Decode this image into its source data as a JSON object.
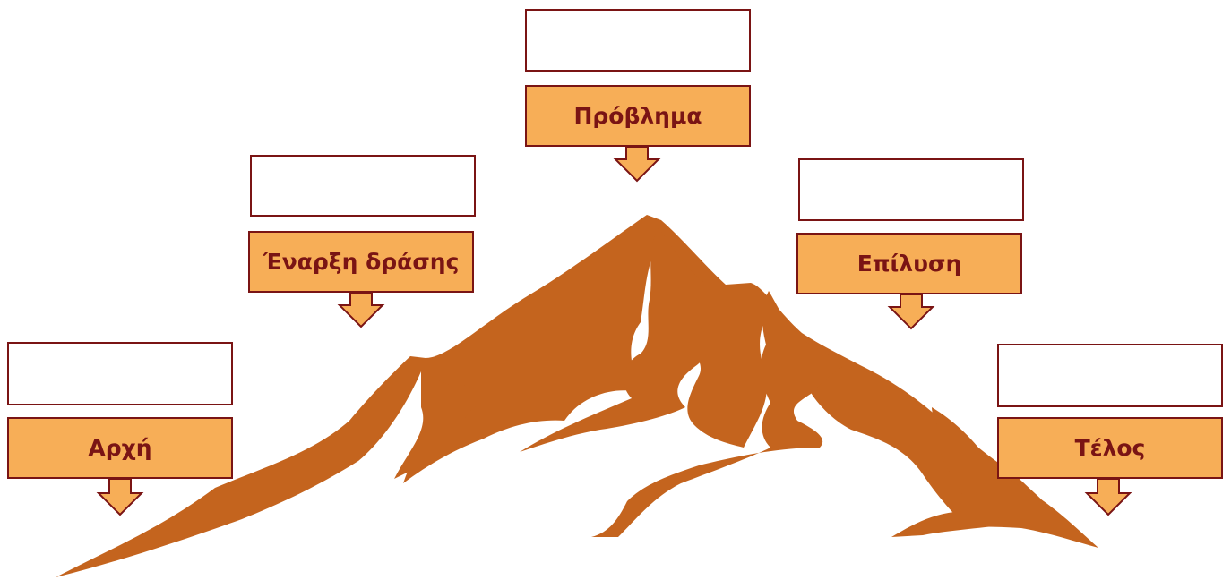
{
  "stages": [
    {
      "id": "beginning",
      "label": "Αρχή",
      "answer": ""
    },
    {
      "id": "rising-action",
      "label": "Έναρξη δράσης",
      "answer": ""
    },
    {
      "id": "problem",
      "label": "Πρόβλημα",
      "answer": ""
    },
    {
      "id": "resolution",
      "label": "Επίλυση",
      "answer": ""
    },
    {
      "id": "end",
      "label": "Τέλος",
      "answer": ""
    }
  ],
  "colors": {
    "mountain": "#c4641e",
    "label_fill": "#f7ae57",
    "border": "#7a1414",
    "text": "#7a1414"
  }
}
